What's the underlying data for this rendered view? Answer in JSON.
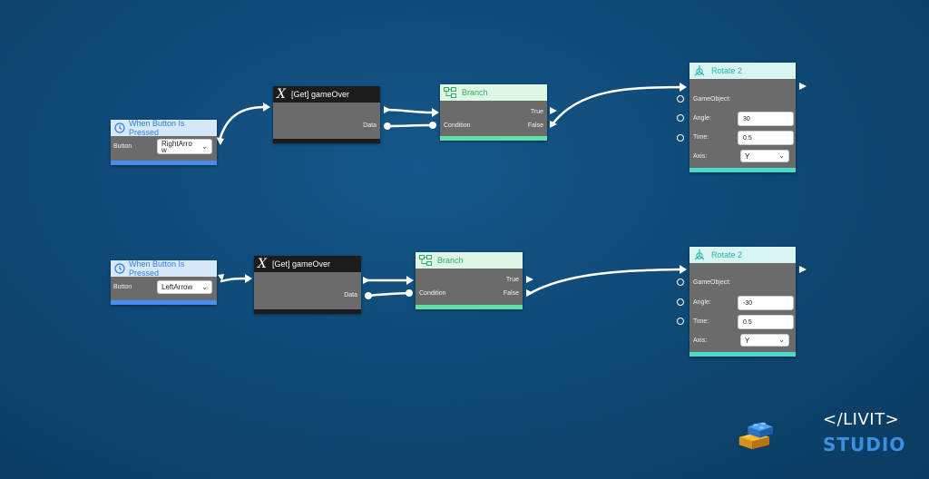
{
  "colors": {
    "background": "#0f4a77",
    "event_header": "#d8e8fb",
    "event_accent": "#4a8cf0",
    "variable_header": "#1c1c1c",
    "branch_header": "#ddf6e6",
    "branch_accent": "#5ee0a9",
    "rotate_header": "#d7f4f1",
    "rotate_accent": "#49dac9",
    "wire": "#ffffff"
  },
  "graph1": {
    "event": {
      "title": "When Button Is Pressed",
      "icon": "clock-icon",
      "button_label": "Button",
      "button_value": "RightArrow"
    },
    "getvar": {
      "title": "[Get] gameOver",
      "icon": "variable-x-icon",
      "data_label": "Data"
    },
    "branch": {
      "title": "Branch",
      "icon": "branch-icon",
      "true_label": "True",
      "false_label": "False",
      "condition_label": "Condition"
    },
    "rotate": {
      "title": "Rotate 2",
      "icon": "rotate-axes-icon",
      "gameobject_label": "GameObject:",
      "angle_label": "Angle:",
      "angle_value": "30",
      "time_label": "Time:",
      "time_value": "0.5",
      "axis_label": "Axis:",
      "axis_value": "Y"
    }
  },
  "graph2": {
    "event": {
      "title": "When Button Is Pressed",
      "icon": "clock-icon",
      "button_label": "Button",
      "button_value": "LeftArrow"
    },
    "getvar": {
      "title": "[Get] gameOver",
      "icon": "variable-x-icon",
      "data_label": "Data"
    },
    "branch": {
      "title": "Branch",
      "icon": "branch-icon",
      "true_label": "True",
      "false_label": "False",
      "condition_label": "Condition"
    },
    "rotate": {
      "title": "Rotate 2",
      "icon": "rotate-axes-icon",
      "gameobject_label": "GameObject:",
      "angle_label": "Angle:",
      "angle_value": "-30",
      "time_label": "Time:",
      "time_value": "0.5",
      "axis_label": "Axis:",
      "axis_value": "Y"
    }
  },
  "logo": {
    "line1": "</LIVIT>",
    "line2": "STUDIO"
  }
}
